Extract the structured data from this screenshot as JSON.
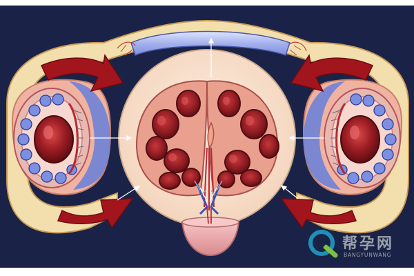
{
  "watermark": {
    "cn_text": "帮孕网",
    "en_text": "BANGYUNWANG",
    "logo_letter": "Q",
    "logo_color": "#1f8fb8",
    "logo_accent": "#7cc242",
    "text_color": "#9aa0a8"
  },
  "palette": {
    "background": "#1a2347",
    "frame": "#f3dfad",
    "frame_edge": "#c99a57",
    "pelvis_disc": "#f8e3cf",
    "tissue_red": "#b8282e",
    "arrow_red": "#a3151c",
    "follicle_blue": "#6f82d6",
    "uterus_pink": "#e9a0a0"
  },
  "icons": {
    "watermark_logo": "q-logo-icon"
  }
}
